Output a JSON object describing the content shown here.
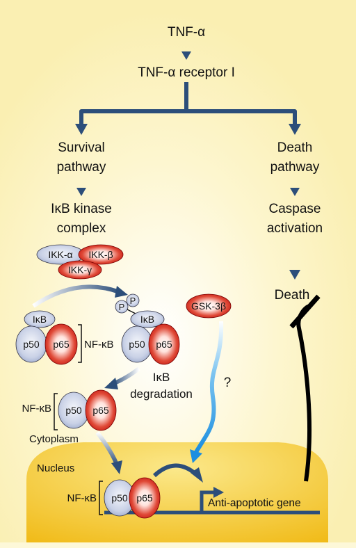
{
  "labels": {
    "tnf": "TNF-α",
    "receptor": "TNF-α receptor I",
    "survival_line1": "Survival",
    "survival_line2": "pathway",
    "death_pathway_line1": "Death",
    "death_pathway_line2": "pathway",
    "ikb_kinase_line1": "IκB kinase",
    "ikb_kinase_line2": "complex",
    "caspase_line1": "Caspase",
    "caspase_line2": "activation",
    "death": "Death",
    "ikk_alpha": "IKK-α",
    "ikk_beta": "IKK-β",
    "ikk_gamma": "IKK-γ",
    "ikb": "IκB",
    "ikb_phos": "IκB",
    "p_label_1": "P",
    "p_label_2": "P",
    "p50_a": "p50",
    "p65_a": "p65",
    "nfkb_a": "NF-κB",
    "p50_b": "p50",
    "p65_b": "p65",
    "ikb_degradation_line1": "IκB",
    "ikb_degradation_line2": "degradation",
    "gsk3b": "GSK-3β",
    "question": "?",
    "nfkb_c": "NF-κB",
    "p50_c": "p50",
    "p65_c": "p65",
    "cytoplasm": "Cytoplasm",
    "nucleus": "Nucleus",
    "nfkb_d": "NF-κB",
    "p50_d": "p50",
    "p65_d": "p65",
    "anti_apoptotic_gene": "Anti-apoptotic gene"
  },
  "colors": {
    "background": "#fdf8d8",
    "arrow": "#2c4e7a",
    "nucleus": "#f2c018",
    "red_protein": "#d8281e",
    "blue_protein": "#b9c3dc",
    "gsk_arrow": "#2f9be0",
    "inhibition": "#000000"
  }
}
